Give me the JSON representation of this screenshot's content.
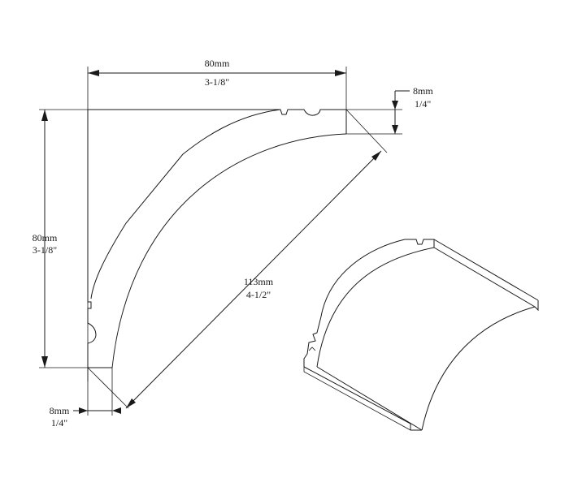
{
  "dimensions": {
    "top_width": {
      "metric": "80mm",
      "imperial": "3-1/8\""
    },
    "left_height": {
      "metric": "80mm",
      "imperial": "3-1/8\""
    },
    "top_right": {
      "metric": "8mm",
      "imperial": "1/4\""
    },
    "bottom_left": {
      "metric": "8mm",
      "imperial": "1/4\""
    },
    "diagonal": {
      "metric": "113mm",
      "imperial": "4-1/2\""
    }
  },
  "colors": {
    "line": "#1a1a1a",
    "background": "#ffffff"
  }
}
